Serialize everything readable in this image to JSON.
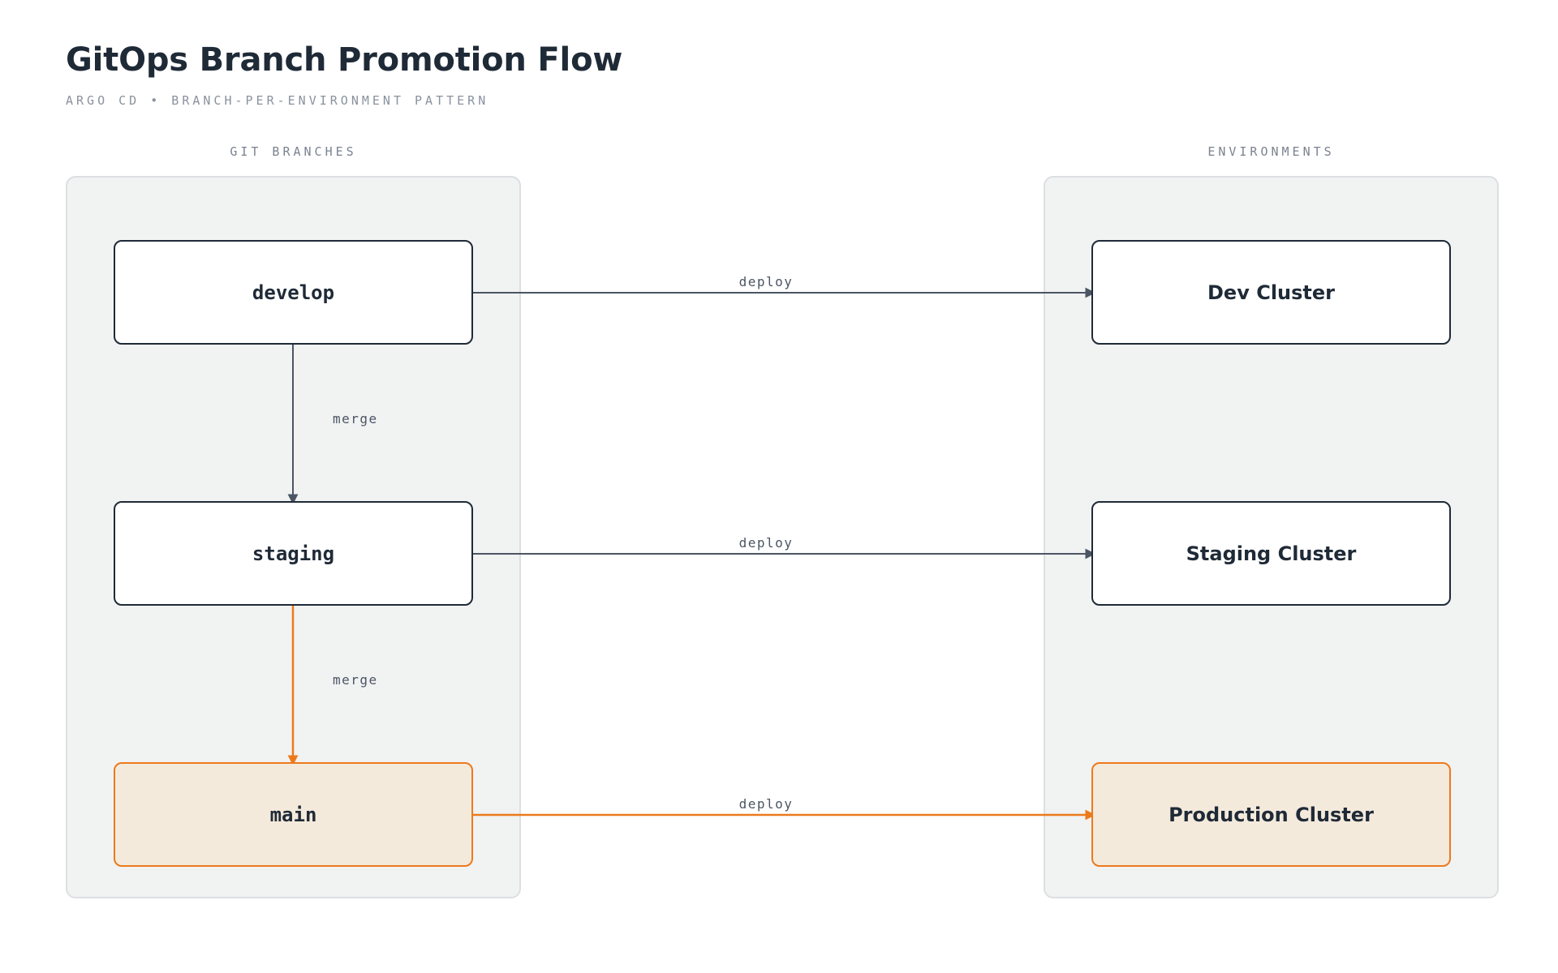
{
  "header": {
    "title": "GitOps Branch Promotion Flow",
    "subtitle": "ARGO CD • BRANCH-PER-ENVIRONMENT PATTERN"
  },
  "lanes": {
    "left": {
      "title": "GIT BRANCHES"
    },
    "right": {
      "title": "ENVIRONMENTS"
    }
  },
  "nodes": {
    "develop": "develop",
    "staging": "staging",
    "main": "main",
    "dev_cluster": "Dev Cluster",
    "staging_cluster": "Staging Cluster",
    "prod_cluster": "Production Cluster"
  },
  "edges": {
    "deploy_dev": "deploy",
    "deploy_staging": "deploy",
    "deploy_prod": "deploy",
    "merge_develop_staging": "merge",
    "merge_staging_main": "merge"
  },
  "colors": {
    "ink": "#1f2a37",
    "edge_default": "#4b5563",
    "accent": "#ec7a1c",
    "accent_fill": "#f4eadc",
    "lane_fill": "#f1f2f2"
  }
}
